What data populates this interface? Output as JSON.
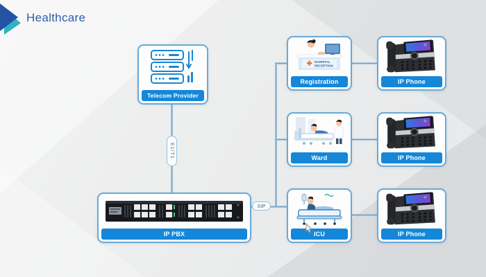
{
  "header": {
    "title": "Healthcare"
  },
  "colors": {
    "accent_blue": "#1487d9",
    "node_border": "#66aad9",
    "line_blue": "#6d96b8",
    "title_blue": "#2f5fa9",
    "logo_dark_blue": "#2553a4",
    "logo_teal": "#2eb4c0"
  },
  "nodes": {
    "telecom": {
      "label": "Telecom Provider"
    },
    "ippbx": {
      "label": "IP PBX"
    },
    "registration": {
      "label": "Registration",
      "sign1": "HOSPITAL",
      "sign2": "RECEPTION"
    },
    "ward": {
      "label": "Ward"
    },
    "icu": {
      "label": "ICU"
    },
    "phone1": {
      "label": "IP Phone"
    },
    "phone2": {
      "label": "IP Phone"
    },
    "phone3": {
      "label": "IP Phone"
    }
  },
  "links": {
    "e1t1": "E1/T1",
    "sip": "SIP"
  }
}
